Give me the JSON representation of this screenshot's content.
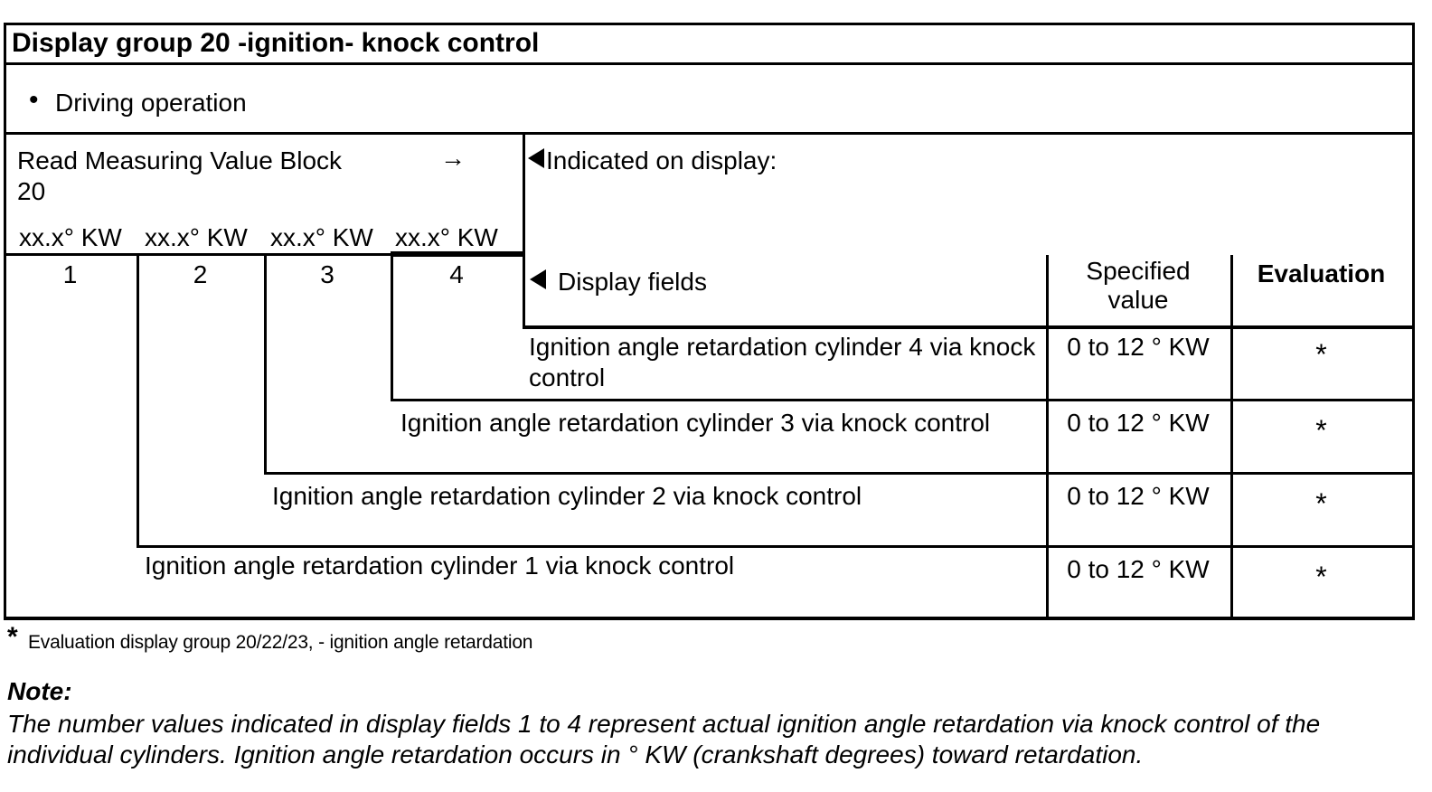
{
  "title": "Display group 20 -ignition- knock control",
  "operation": {
    "bullet": "•",
    "label": "Driving operation"
  },
  "measuring_block": {
    "line1": "Read Measuring Value Block",
    "arrow": "→",
    "line2": "20",
    "units": [
      "xx.x° KW",
      "xx.x° KW",
      "xx.x° KW",
      "xx.x° KW"
    ]
  },
  "indicated_on_display": {
    "label": "Indicated on display:"
  },
  "display_fields": {
    "label": "Display fields",
    "numbers": [
      "1",
      "2",
      "3",
      "4"
    ]
  },
  "columns": {
    "specified_value": [
      "Specified",
      "value"
    ],
    "evaluation": "Evaluation"
  },
  "rows": [
    {
      "field": "4",
      "lines": [
        "Ignition angle retardation cylinder 4 via knock",
        "control"
      ],
      "specified_value": "0 to 12 ° KW",
      "evaluation": "*"
    },
    {
      "field": "3",
      "lines": [
        "Ignition angle retardation cylinder 3 via knock control"
      ],
      "specified_value": "0 to 12 ° KW",
      "evaluation": "*"
    },
    {
      "field": "2",
      "lines": [
        "Ignition angle retardation cylinder 2 via knock control"
      ],
      "specified_value": "0 to 12 ° KW",
      "evaluation": "*"
    },
    {
      "field": "1",
      "lines": [
        "Ignition angle retardation cylinder 1 via knock control"
      ],
      "specified_value": "0 to 12 ° KW",
      "evaluation": "*"
    }
  ],
  "footnote": {
    "marker": "*",
    "text": "Evaluation display group 20/22/23, - ignition angle retardation"
  },
  "note": {
    "heading": "Note:",
    "lines": [
      "The number values indicated in display fields 1 to 4 represent actual ignition angle retardation via knock control of the",
      "individual cylinders. Ignition angle retardation occurs in ° KW (crankshaft degrees) toward retardation."
    ]
  }
}
